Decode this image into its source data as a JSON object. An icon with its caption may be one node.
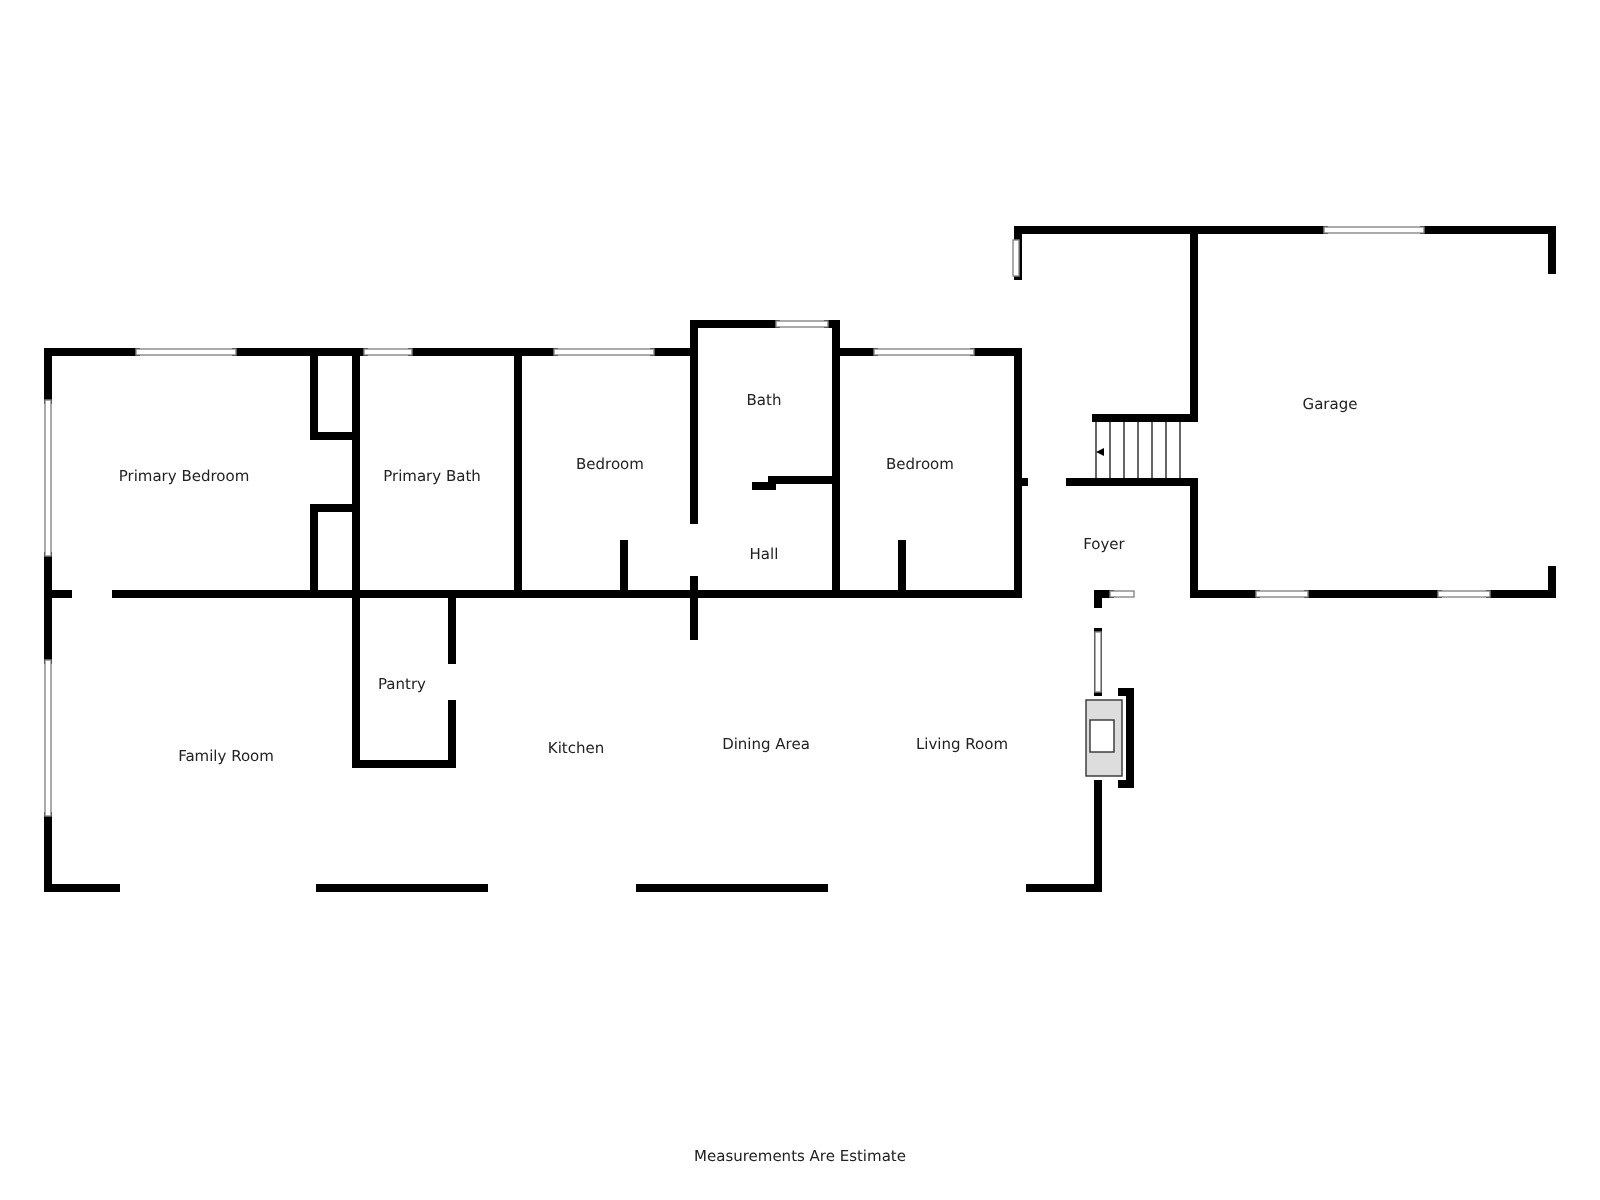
{
  "diagram": {
    "caption": "Measurements Are Estimate",
    "labels": [
      "Primary Bedroom",
      "Primary Bath",
      "Bedroom",
      "Bath",
      "Hall",
      "Bedroom",
      "Foyer",
      "Garage",
      "Family Room",
      "Pantry",
      "Kitchen",
      "Dining Area",
      "Living Room"
    ]
  }
}
